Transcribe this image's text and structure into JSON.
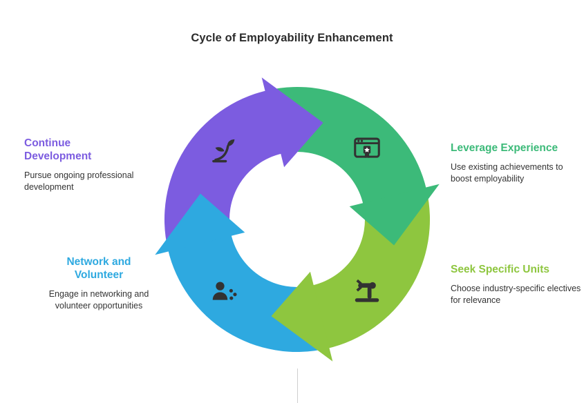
{
  "page": {
    "title": "Cycle of Employability Enhancement"
  },
  "colors": {
    "purple": "#7c5ce0",
    "green": "#3cba79",
    "lime": "#8ec63f",
    "blue": "#2ea9e0",
    "icon": "#323232",
    "body_text": "#333333",
    "title_text": "#2b2b2b"
  },
  "steps": [
    {
      "id": "continue-development",
      "title": "Continue Development",
      "description": "Pursue ongoing professional development",
      "color": "#7c5ce0",
      "icon": "growth-plant-icon"
    },
    {
      "id": "leverage-experience",
      "title": "Leverage Experience",
      "description": "Use existing achievements to boost employability",
      "color": "#3cba79",
      "icon": "browser-award-icon"
    },
    {
      "id": "seek-specific-units",
      "title": "Seek Specific Units",
      "description": "Choose industry-specific electives for relevance",
      "color": "#8ec63f",
      "icon": "robot-arm-icon"
    },
    {
      "id": "network-and-volunteer",
      "title": "Network and Volunteer",
      "description": "Engage in networking and volunteer opportunities",
      "color": "#2ea9e0",
      "icon": "people-network-icon"
    }
  ]
}
